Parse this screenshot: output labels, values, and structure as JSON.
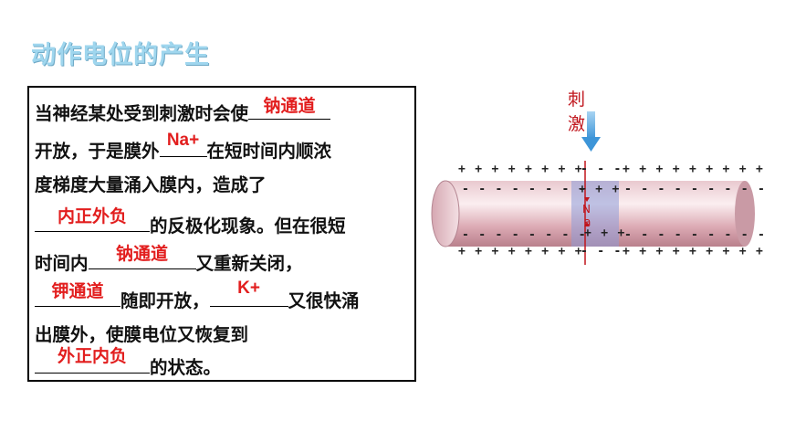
{
  "slide": {
    "title": "动作电位的产生",
    "lines": [
      {
        "before": "当神经某处受到刺激时会使",
        "answer": "钠通道",
        "after": ""
      },
      {
        "before": "开放，于是膜外",
        "answer": "Na+",
        "after": "在短时间内顺浓"
      },
      {
        "before": "度梯度大量涌入膜内，造成了",
        "answer": "",
        "after": ""
      },
      {
        "before": "",
        "answer": "内正外负",
        "after": "的反极化现象。但在很短"
      },
      {
        "before": "时间内",
        "answer": "钠通道",
        "after": "又重新关闭，"
      },
      {
        "before": "",
        "answer": "钾通道",
        "after": "随即开放，"
      },
      {
        "before": "",
        "answer": "K+",
        "after": "又很快涌"
      },
      {
        "before": "出膜外，使膜电位又恢复到",
        "answer": "",
        "after": ""
      },
      {
        "before": "",
        "answer": "外正内负",
        "after": "的状态。"
      }
    ]
  },
  "diagram": {
    "stimulus_label": [
      "刺",
      "激"
    ],
    "outer_top_left": "+ + + + + + + +",
    "outer_top_mid": "- - -",
    "outer_top_right": "+ + + + + + + + +",
    "inner_top_left": "- - - - - - - -",
    "inner_top_mid": "+ + +",
    "inner_top_right": "- - - - - - - - -",
    "inner_bot_left": "- - - - - - - -",
    "inner_bot_mid": "+ + +",
    "inner_bot_right": "- - - - - - - - -",
    "outer_bot_left": "+ + + + + + + +",
    "outer_bot_mid": "- - -",
    "outer_bot_right": "+ + + + + + + + +",
    "ion_label": "N",
    "ion_label_2": "a"
  },
  "colors": {
    "title": "#9fd6ee",
    "answer": "#e21e1e",
    "stimulus": "#c0141b",
    "arrow": "#4aa3df",
    "depolarized": "#8e9cd8"
  }
}
